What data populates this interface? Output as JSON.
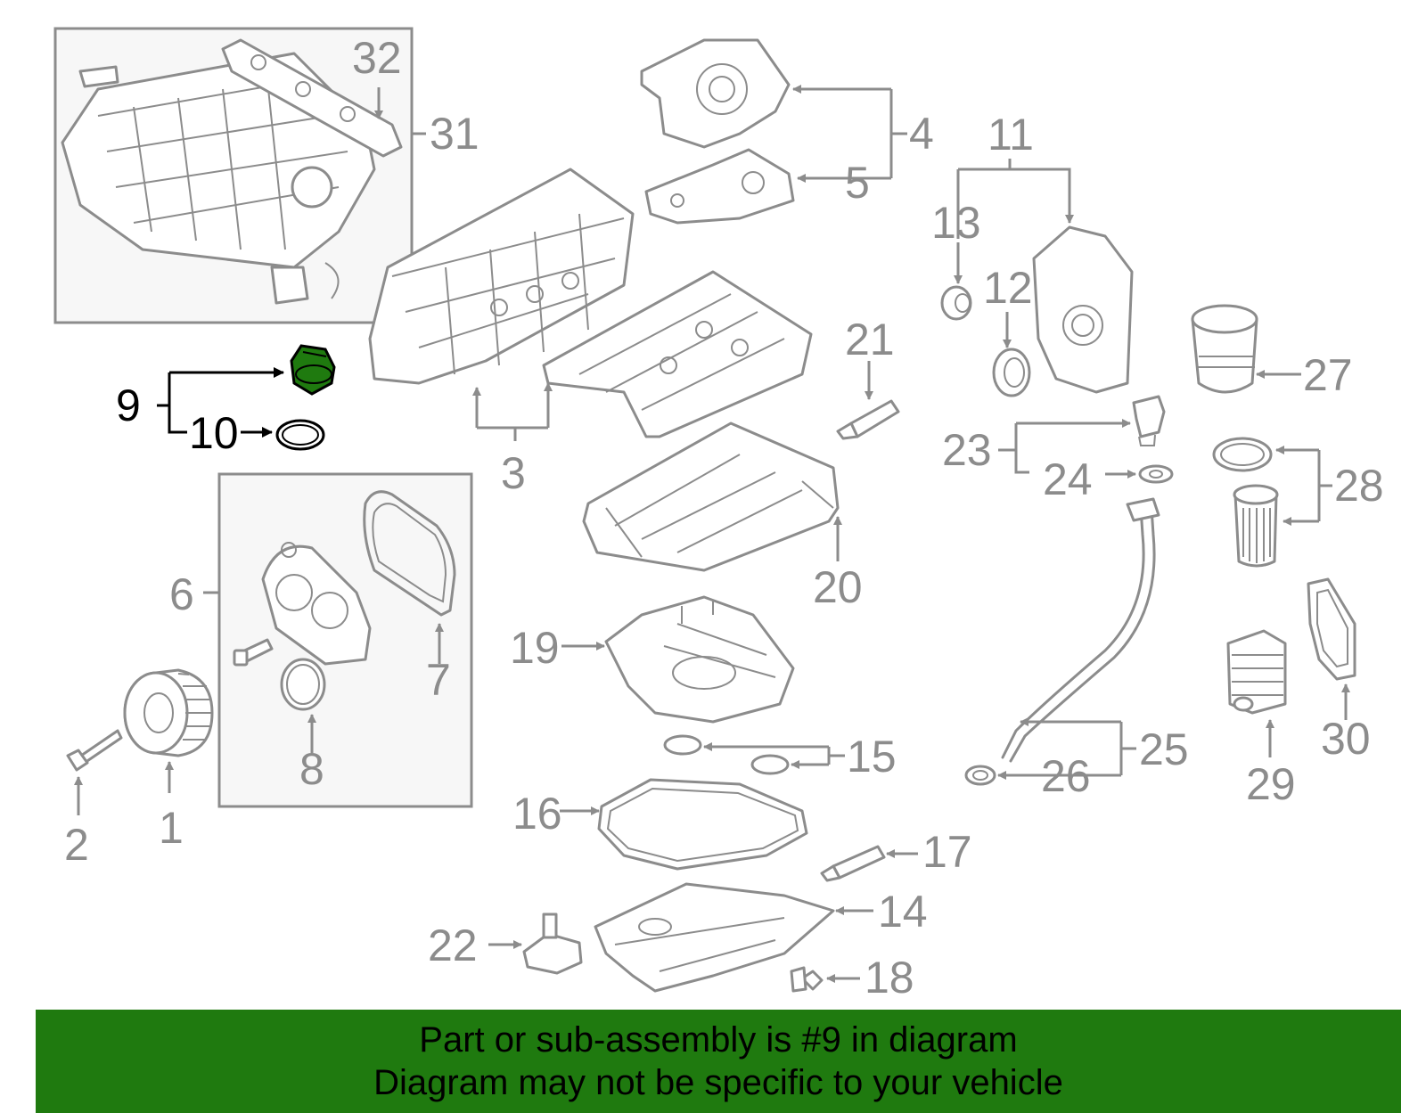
{
  "diagram": {
    "callouts": {
      "c1": "1",
      "c2": "2",
      "c3": "3",
      "c4": "4",
      "c5": "5",
      "c6": "6",
      "c7": "7",
      "c8": "8",
      "c9": "9",
      "c10": "10",
      "c11": "11",
      "c12": "12",
      "c13": "13",
      "c14": "14",
      "c15": "15",
      "c16": "16",
      "c17": "17",
      "c18": "18",
      "c19": "19",
      "c20": "20",
      "c21": "21",
      "c22": "22",
      "c23": "23",
      "c24": "24",
      "c25": "25",
      "c26": "26",
      "c27": "27",
      "c28": "28",
      "c29": "29",
      "c30": "30",
      "c31": "31",
      "c32": "32"
    },
    "highlight_part": "9",
    "colors": {
      "line": "#8c8c8c",
      "highlight": "#000000",
      "highlight_fill": "#1f7a0f",
      "footer_bg": "#1f7a0f"
    }
  },
  "footer": {
    "line1": "Part or sub-assembly is #9 in diagram",
    "line2": "Diagram may not be specific to your vehicle"
  }
}
